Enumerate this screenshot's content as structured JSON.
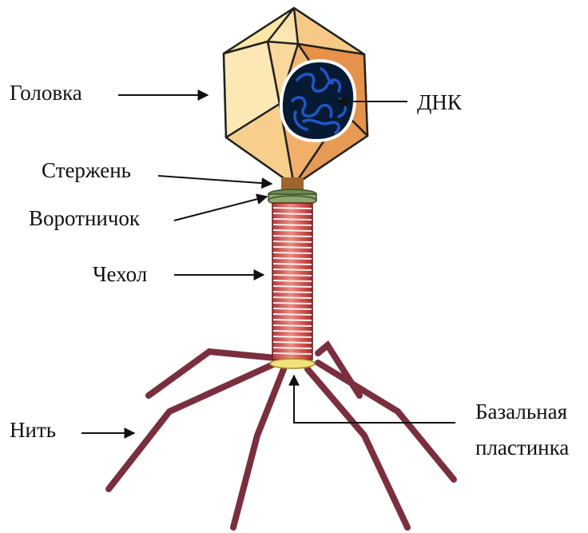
{
  "labels": {
    "head": "Головка",
    "dna": "ДНК",
    "rod": "Стержень",
    "collar": "Воротничок",
    "sheath": "Чехол",
    "fiber": "Нить",
    "baseplate_line1": "Базальная",
    "baseplate_line2": "пластинка"
  },
  "colors": {
    "capsid_light": "#fbe6a6",
    "capsid_mid": "#f2c07a",
    "capsid_dark": "#e0a060",
    "dna": "#1f56c8",
    "rod": "#a0652e",
    "collar": "#8aa86a",
    "sheath": "#d24a4a",
    "fiber": "#7a2e3e",
    "baseplate": "#f3e27a"
  }
}
